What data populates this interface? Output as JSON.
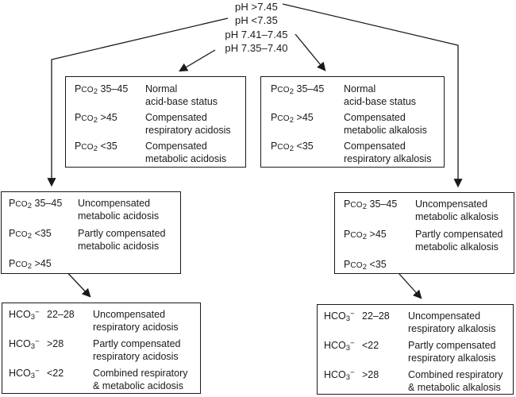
{
  "palette": {
    "bg": "#ffffff",
    "ink": "#1a1a1a"
  },
  "chem": {
    "pco2": {
      "p": "P",
      "co": "CO",
      "sub": "2"
    },
    "hco3": {
      "main": "HCO",
      "sub": "3",
      "sup": "−"
    }
  },
  "ph_stack": {
    "lines": [
      {
        "text": "pH >7.45"
      },
      {
        "text": "pH <7.35"
      },
      {
        "text": "pH 7.41–7.45"
      },
      {
        "text": "pH 7.35–7.40"
      }
    ]
  },
  "boxes": {
    "upper_left": {
      "rows": [
        {
          "value": "35–45",
          "desc": "Normal\nacid-base status"
        },
        {
          "value": ">45",
          "desc": "Compensated\nrespiratory acidosis"
        },
        {
          "value": "<35",
          "desc": "Compensated\nmetabolic acidosis"
        }
      ]
    },
    "upper_right": {
      "rows": [
        {
          "value": "35–45",
          "desc": "Normal\nacid-base status"
        },
        {
          "value": ">45",
          "desc": "Compensated\nmetabolic alkalosis"
        },
        {
          "value": "<35",
          "desc": "Compensated\nrespiratory alkalosis"
        }
      ]
    },
    "mid_left": {
      "rows": [
        {
          "value": "35–45",
          "desc": "Uncompensated\nmetabolic acidosis"
        },
        {
          "value": "<35",
          "desc": "Partly compensated\nmetabolic acidosis"
        },
        {
          "value": ">45",
          "desc": ""
        }
      ]
    },
    "mid_right": {
      "rows": [
        {
          "value": "35–45",
          "desc": "Uncompensated\nmetabolic alkalosis"
        },
        {
          "value": ">45",
          "desc": "Partly compensated\nmetabolic alkalosis"
        },
        {
          "value": "<35",
          "desc": ""
        }
      ]
    },
    "lower_left": {
      "rows": [
        {
          "value": "22–28",
          "desc": "Uncompensated\nrespiratory acidosis"
        },
        {
          "value": ">28",
          "desc": "Partly compensated\nrespiratory acidosis"
        },
        {
          "value": "<22",
          "desc": "Combined respiratory\n& metabolic acidosis"
        }
      ]
    },
    "lower_right": {
      "rows": [
        {
          "value": "22–28",
          "desc": "Uncompensated\nrespiratory alkalosis"
        },
        {
          "value": "<22",
          "desc": "Partly compensated\nrespiratory alkalosis"
        },
        {
          "value": ">28",
          "desc": "Combined respiratory\n& metabolic alkalosis"
        }
      ]
    }
  }
}
